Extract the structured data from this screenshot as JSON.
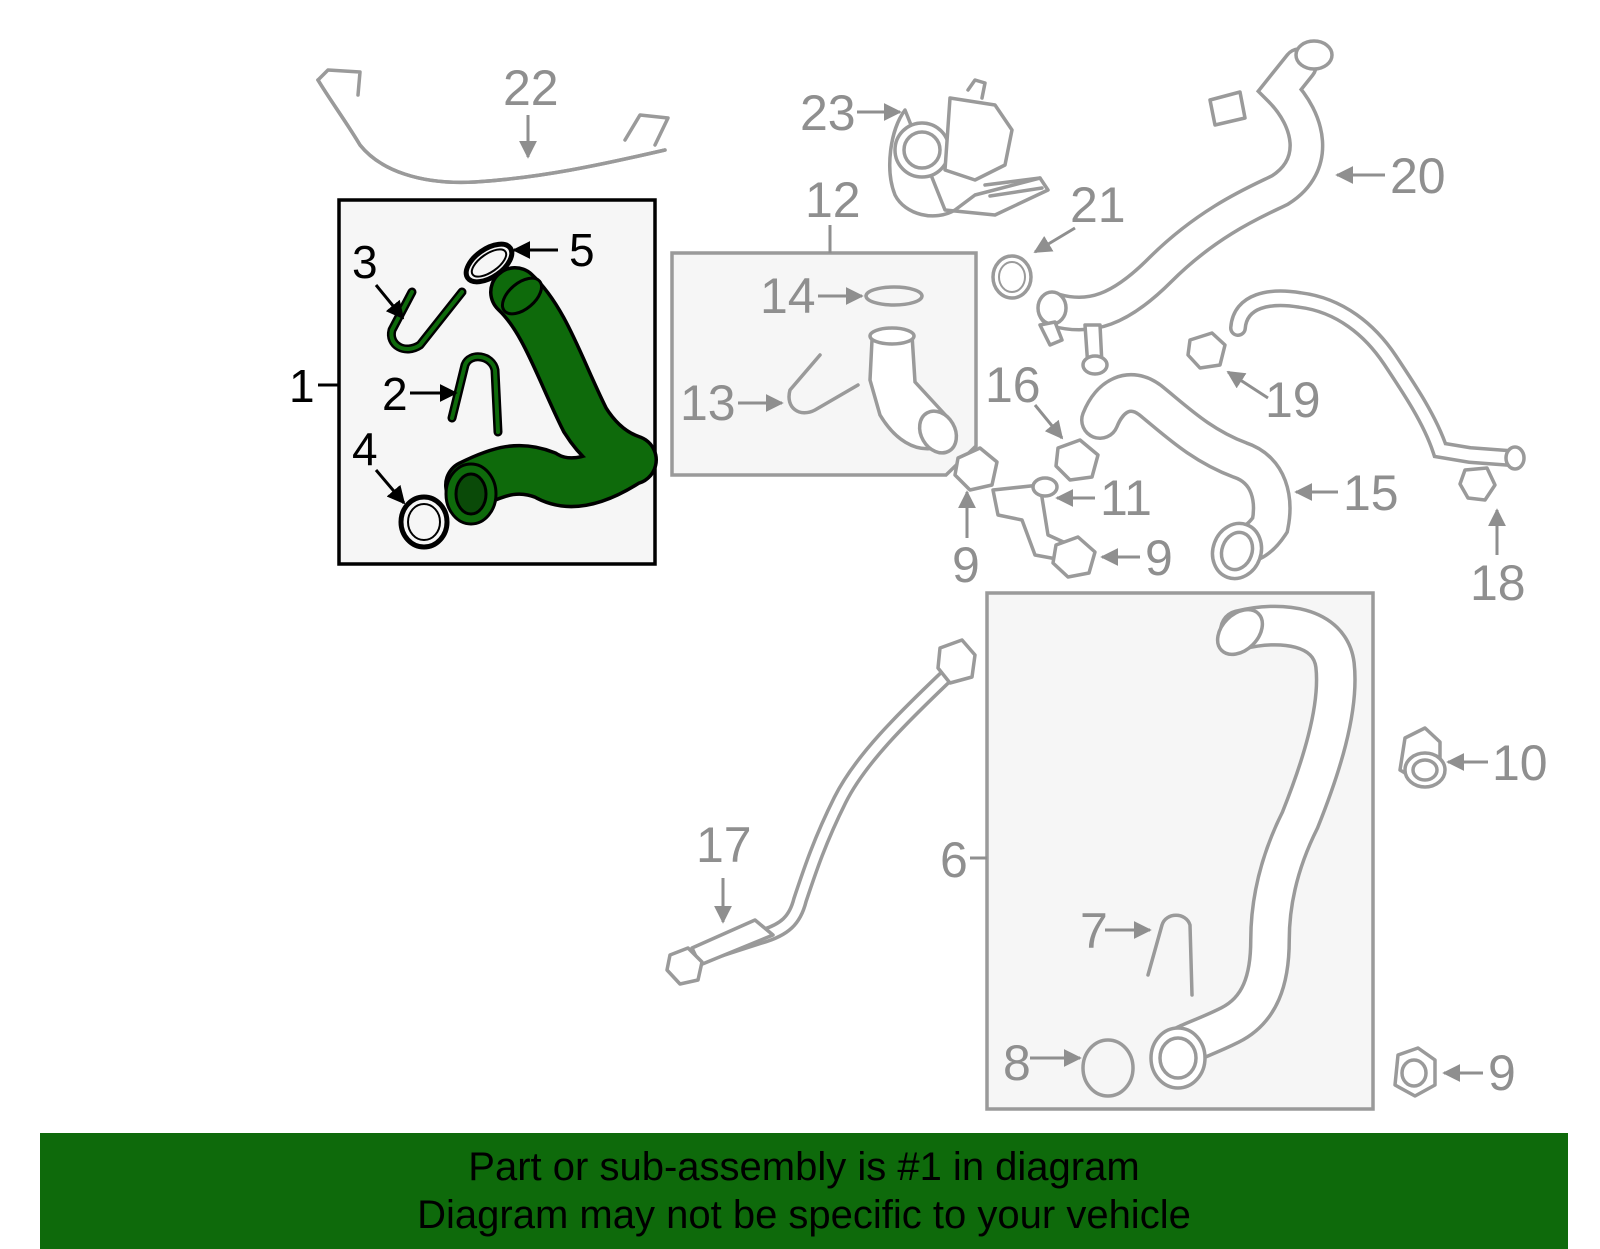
{
  "callouts": {
    "c1": "1",
    "c2": "2",
    "c3": "3",
    "c4": "4",
    "c5": "5",
    "c6": "6",
    "c7": "7",
    "c8": "8",
    "c9a": "9",
    "c9b": "9",
    "c9c": "9",
    "c10": "10",
    "c11": "11",
    "c12": "12",
    "c13": "13",
    "c14": "14",
    "c15": "15",
    "c16": "16",
    "c17": "17",
    "c18": "18",
    "c19": "19",
    "c20": "20",
    "c21": "21",
    "c22": "22",
    "c23": "23"
  },
  "banner": {
    "line1": "Part or sub-assembly is #1 in diagram",
    "line2": "Diagram may not be specific to your vehicle"
  },
  "colors": {
    "highlight": "#0e6a0b",
    "part_outline": "#9a9a9a",
    "panel_fill": "#f6f6f6"
  }
}
